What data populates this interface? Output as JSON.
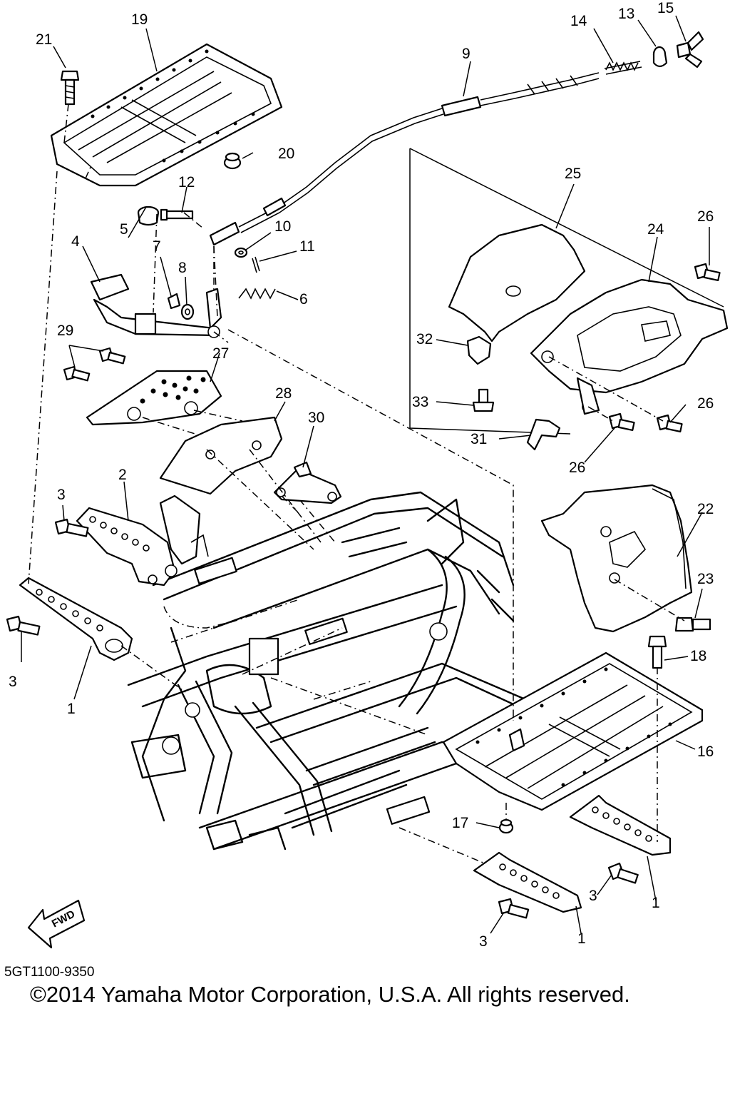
{
  "diagram": {
    "document_code": "5GT1100-9350",
    "copyright": "©2014 Yamaha Motor Corporation, U.S.A. All rights reserved.",
    "fwd_label": "FWD",
    "callouts": [
      "1",
      "2",
      "3",
      "4",
      "5",
      "6",
      "7",
      "8",
      "9",
      "10",
      "11",
      "12",
      "13",
      "14",
      "15",
      "16",
      "17",
      "18",
      "19",
      "20",
      "21",
      "22",
      "23",
      "24",
      "25",
      "26",
      "27",
      "28",
      "29",
      "30",
      "31",
      "32",
      "33"
    ]
  }
}
